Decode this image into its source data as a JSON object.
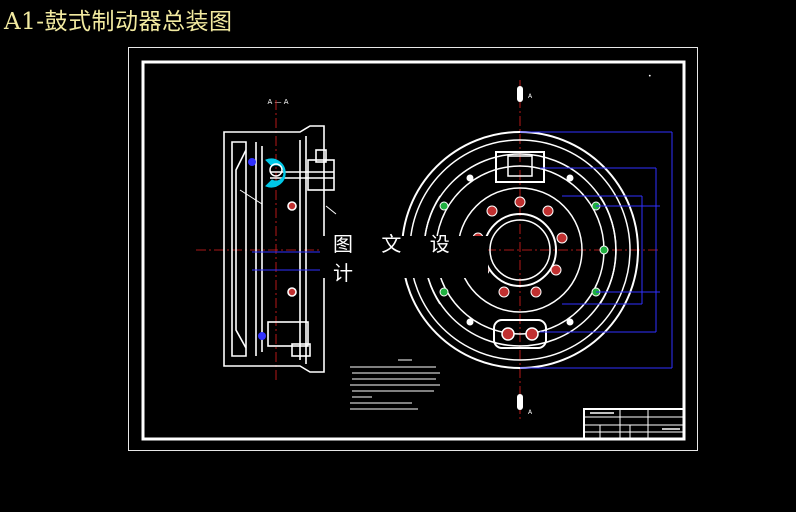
{
  "title": "A1-鼓式制动器总装图",
  "watermark": "图 文 设 计",
  "section_label": "A — A",
  "cut_marker": "A",
  "colors": {
    "background": "#000000",
    "title": "#f2eaa0",
    "outline": "#ffffff",
    "center_line": "#e02020",
    "dimension": "#3030ff",
    "highlight": "#00c8e8",
    "hole_green": "#20b040",
    "hole_red": "#c03030"
  }
}
